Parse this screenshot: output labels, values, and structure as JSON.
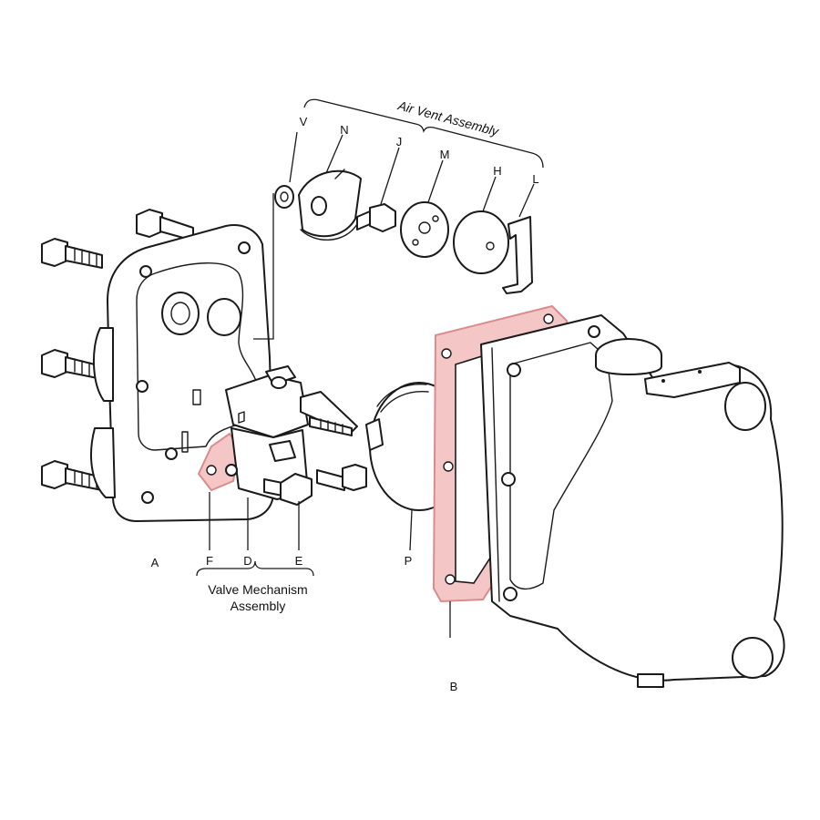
{
  "labels": {
    "A": "A",
    "B": "B",
    "D": "D",
    "E": "E",
    "F": "F",
    "H": "H",
    "J": "J",
    "L": "L",
    "M": "M",
    "N": "N",
    "P": "P",
    "V": "V"
  },
  "groups": {
    "air_vent": "Air Vent Assembly",
    "valve_line1": "Valve Mechanism",
    "valve_line2": "Assembly"
  },
  "colors": {
    "line": "#1a1a1a",
    "gasket_highlight": "#f4c6c6",
    "gasket_stroke": "#d98c8c"
  }
}
